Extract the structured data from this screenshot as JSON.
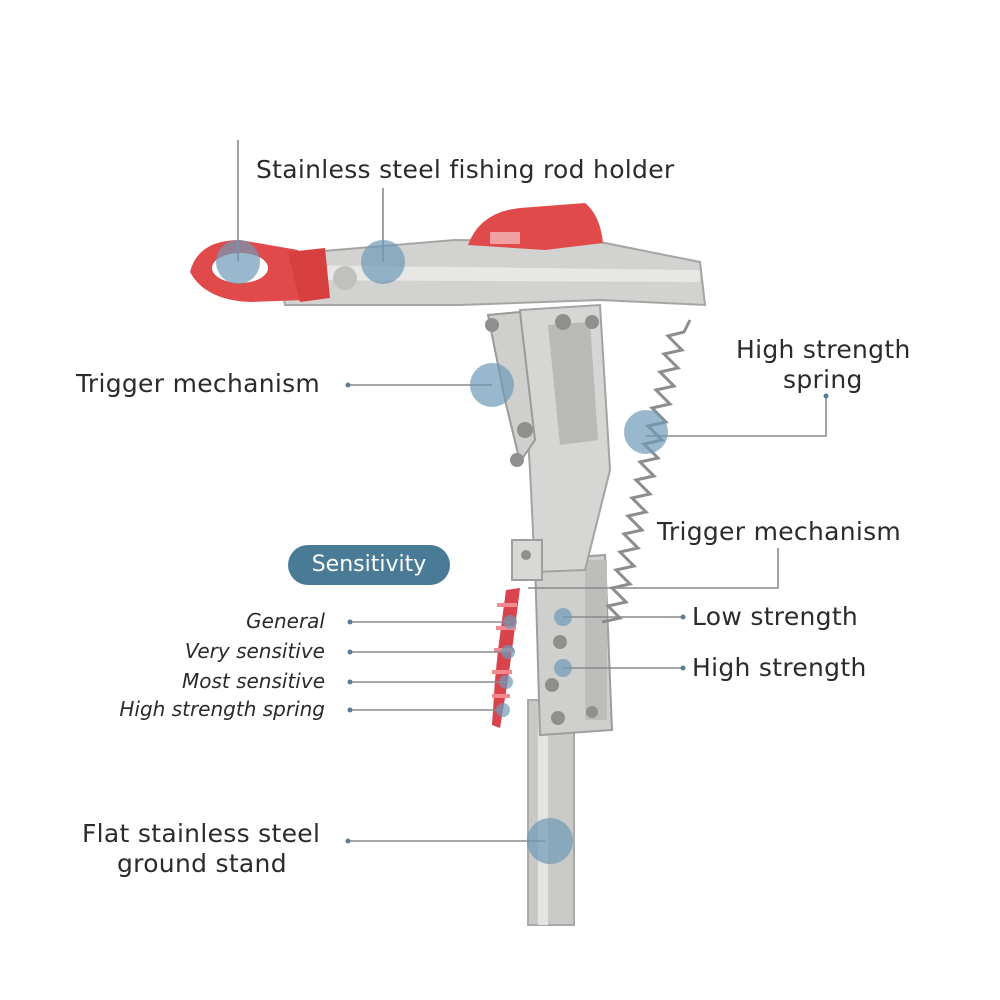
{
  "colors": {
    "accent_blue": "#4a7b96",
    "marker_blue": "#6f9ab8",
    "rubber_red": "#e04a4a",
    "steel": "#c9c9c7",
    "label_text": "#2b2b2b"
  },
  "labels": {
    "rod_holder": "Stainless steel fishing rod holder",
    "trigger_left": "Trigger mechanism",
    "spring_line1": "High strength",
    "spring_line2": "spring",
    "trigger_right": "Trigger mechanism",
    "low_strength": "Low strength",
    "high_strength": "High strength",
    "stand_line1": "Flat stainless steel",
    "stand_line2": "ground stand"
  },
  "sensitivity": {
    "title": "Sensitivity",
    "levels": [
      "General",
      "Very sensitive",
      "Most sensitive",
      "High strength spring"
    ]
  }
}
